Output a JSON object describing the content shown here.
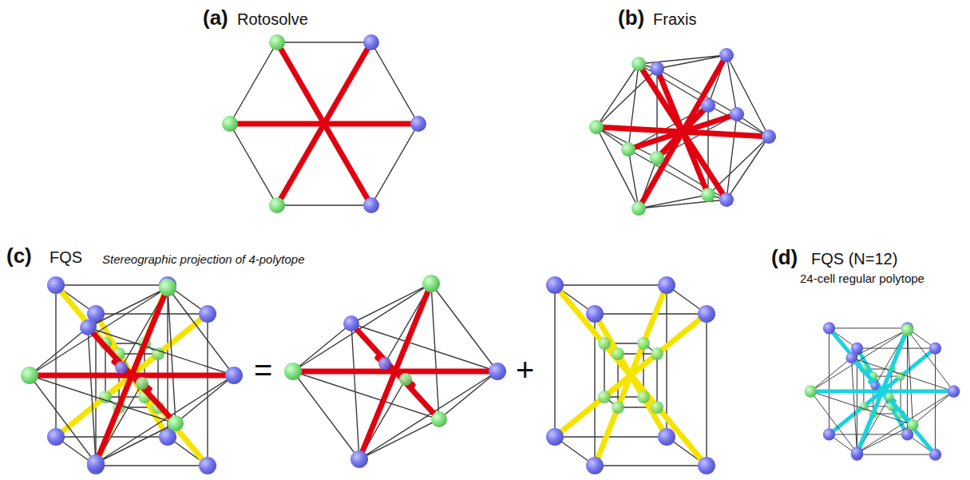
{
  "diagram": {
    "labels": [
      "(a)",
      "Rotosolve",
      "(b)",
      "Fraxis",
      "(c)",
      "FQS",
      "Stereographic projection of 4-polytope",
      "=",
      "+",
      "(d)",
      "FQS (N=12)",
      "24-cell regular polytope"
    ]
  }
}
